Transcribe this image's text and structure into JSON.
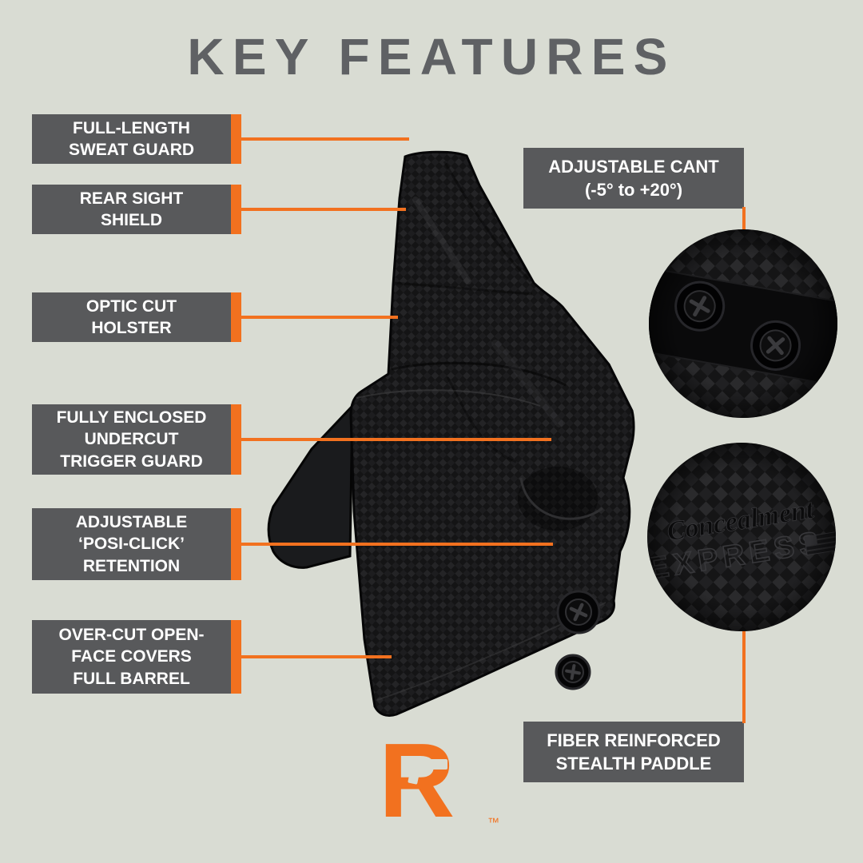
{
  "title": "KEY FEATURES",
  "colors": {
    "background": "#D9DCD3",
    "callout_box": "#58595B",
    "accent_orange": "#F2711F",
    "title_gray": "#5F6164",
    "callout_text": "#FFFFFF"
  },
  "left_callouts": [
    {
      "id": "full-length-sweat-guard",
      "lines": [
        "FULL-LENGTH",
        "SWEAT GUARD"
      ]
    },
    {
      "id": "rear-sight-shield",
      "lines": [
        "REAR SIGHT",
        "SHIELD"
      ]
    },
    {
      "id": "optic-cut-holster",
      "lines": [
        "OPTIC CUT",
        "HOLSTER"
      ]
    },
    {
      "id": "fully-enclosed-undercut-trigger-guard",
      "lines": [
        "FULLY ENCLOSED",
        "UNDERCUT",
        "TRIGGER GUARD"
      ]
    },
    {
      "id": "adjustable-posi-click-retention",
      "lines": [
        "ADJUSTABLE",
        "‘POSI-CLICK’",
        "RETENTION"
      ]
    },
    {
      "id": "over-cut-open-face",
      "lines": [
        "OVER-CUT OPEN-",
        "FACE COVERS",
        "FULL BARREL"
      ]
    }
  ],
  "right_callouts": [
    {
      "id": "adjustable-cant",
      "lines": [
        "ADJUSTABLE CANT",
        "(-5° to +20°)"
      ]
    },
    {
      "id": "fiber-reinforced-stealth-paddle",
      "lines": [
        "FIBER REINFORCED",
        "STEALTH PADDLE"
      ]
    }
  ],
  "inset_logo": {
    "line1": "Concealment",
    "line2": "EXPRESS"
  },
  "brand": {
    "letter": "R",
    "tm": "™"
  }
}
